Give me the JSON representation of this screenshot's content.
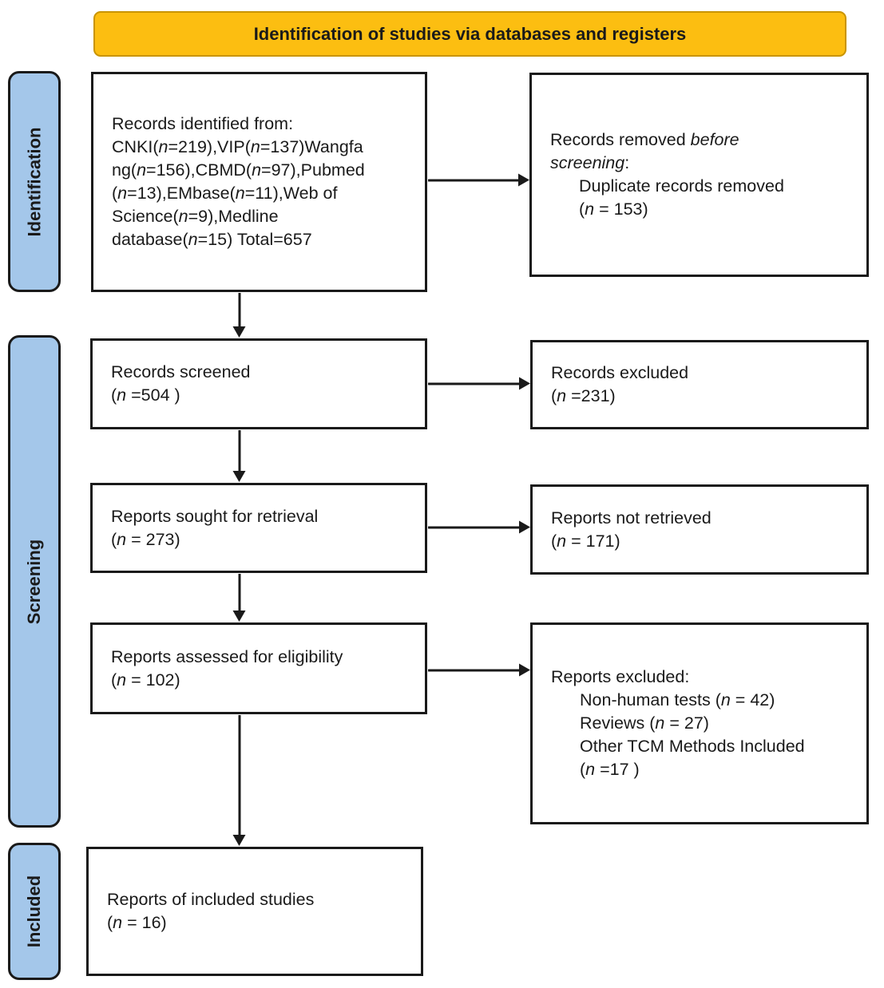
{
  "banner": {
    "label": "Identification of studies via databases and registers"
  },
  "stages": [
    {
      "label": "Identification"
    },
    {
      "label": "Screening"
    },
    {
      "label": "Included"
    }
  ],
  "colors": {
    "banner_fill": "#FCBE11",
    "banner_border": "#C99400",
    "stage_fill": "#A4C7EA",
    "box_fill": "#FFFFFF",
    "line": "#1A1A1A",
    "text": "#1A1A1A"
  },
  "boxes": {
    "records_identified": {
      "lines": [
        {
          "seg": [
            {
              "t": "Records identified from:"
            }
          ]
        },
        {
          "seg": [
            {
              "t": "CNKI("
            },
            {
              "t": "n",
              "i": true
            },
            {
              "t": "=219),VIP("
            },
            {
              "t": "n",
              "i": true
            },
            {
              "t": "=137)Wangfa"
            }
          ]
        },
        {
          "seg": [
            {
              "t": "ng("
            },
            {
              "t": "n",
              "i": true
            },
            {
              "t": "=156),CBMD("
            },
            {
              "t": "n",
              "i": true
            },
            {
              "t": "=97),Pubmed"
            }
          ]
        },
        {
          "seg": [
            {
              "t": "("
            },
            {
              "t": "n",
              "i": true
            },
            {
              "t": "=13),EMbase("
            },
            {
              "t": "n",
              "i": true
            },
            {
              "t": "=11),Web of"
            }
          ]
        },
        {
          "seg": [
            {
              "t": "Science("
            },
            {
              "t": "n",
              "i": true
            },
            {
              "t": "=9),Medline"
            }
          ]
        },
        {
          "seg": [
            {
              "t": "database("
            },
            {
              "t": "n",
              "i": true
            },
            {
              "t": "=15) Total=657"
            }
          ]
        }
      ]
    },
    "records_removed": {
      "lines": [
        {
          "seg": [
            {
              "t": "Records removed "
            },
            {
              "t": "before",
              "i": true
            }
          ]
        },
        {
          "seg": [
            {
              "t": "screening",
              "i": true
            },
            {
              "t": ":"
            }
          ]
        },
        {
          "indent": true,
          "seg": [
            {
              "t": "Duplicate records removed"
            }
          ]
        },
        {
          "indent": true,
          "seg": [
            {
              "t": "("
            },
            {
              "t": "n",
              "i": true
            },
            {
              "t": " = 153)"
            }
          ]
        }
      ]
    },
    "records_screened": {
      "lines": [
        {
          "seg": [
            {
              "t": "Records screened"
            }
          ]
        },
        {
          "seg": [
            {
              "t": "("
            },
            {
              "t": "n",
              "i": true
            },
            {
              "t": " =504 )"
            }
          ]
        }
      ]
    },
    "records_excluded": {
      "lines": [
        {
          "seg": [
            {
              "t": "Records excluded"
            }
          ]
        },
        {
          "seg": [
            {
              "t": "("
            },
            {
              "t": "n",
              "i": true
            },
            {
              "t": " =231)"
            }
          ]
        }
      ]
    },
    "reports_sought": {
      "lines": [
        {
          "seg": [
            {
              "t": "Reports sought for retrieval"
            }
          ]
        },
        {
          "seg": [
            {
              "t": "("
            },
            {
              "t": "n",
              "i": true
            },
            {
              "t": " = 273)"
            }
          ]
        }
      ]
    },
    "reports_not_retrieved": {
      "lines": [
        {
          "seg": [
            {
              "t": "Reports not retrieved"
            }
          ]
        },
        {
          "seg": [
            {
              "t": "("
            },
            {
              "t": "n",
              "i": true
            },
            {
              "t": " = 171)"
            }
          ]
        }
      ]
    },
    "reports_assessed": {
      "lines": [
        {
          "seg": [
            {
              "t": "Reports assessed for eligibility"
            }
          ]
        },
        {
          "seg": [
            {
              "t": "("
            },
            {
              "t": "n",
              "i": true
            },
            {
              "t": " = 102)"
            }
          ]
        }
      ]
    },
    "reports_excluded": {
      "lines": [
        {
          "seg": [
            {
              "t": "Reports excluded:"
            }
          ]
        },
        {
          "indent": true,
          "seg": [
            {
              "t": "Non-human tests ("
            },
            {
              "t": "n",
              "i": true
            },
            {
              "t": " = 42)"
            }
          ]
        },
        {
          "indent": true,
          "seg": [
            {
              "t": "Reviews ("
            },
            {
              "t": "n",
              "i": true
            },
            {
              "t": " = 27)"
            }
          ]
        },
        {
          "indent": true,
          "seg": [
            {
              "t": "Other TCM Methods Included"
            }
          ]
        },
        {
          "indent": true,
          "seg": [
            {
              "t": "("
            },
            {
              "t": "n",
              "i": true
            },
            {
              "t": " =17 )"
            }
          ]
        }
      ]
    },
    "reports_included": {
      "lines": [
        {
          "seg": [
            {
              "t": "Reports of included studies"
            }
          ]
        },
        {
          "seg": [
            {
              "t": "("
            },
            {
              "t": "n",
              "i": true
            },
            {
              "t": " = 16)"
            }
          ]
        }
      ]
    }
  }
}
